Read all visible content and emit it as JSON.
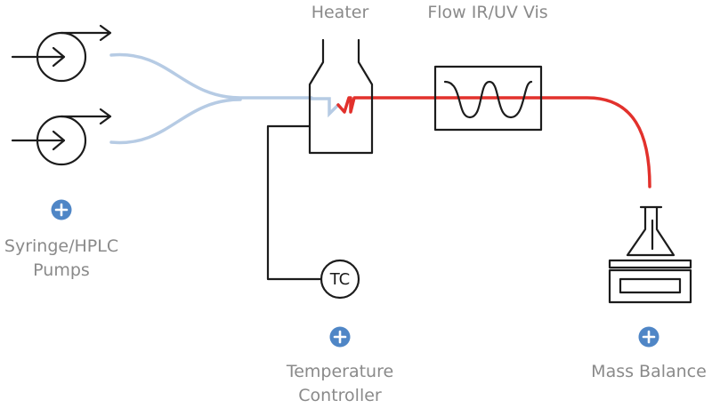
{
  "labels": {
    "heater": "Heater",
    "flow_ir_uv": "Flow IR/UV Vis",
    "pumps_line1": "Syringe/HPLC",
    "pumps_line2": "Pumps",
    "temp_line1": "Temperature",
    "temp_line2": "Controller",
    "mass_balance": "Mass Balance",
    "tc": "TC"
  },
  "colors": {
    "accent": "#4f86c6",
    "feed_line": "#b6cbe4",
    "product_line": "#e2312c",
    "label_text": "#8a8a8a"
  },
  "icons": {
    "plus": "plus-circle-icon"
  }
}
